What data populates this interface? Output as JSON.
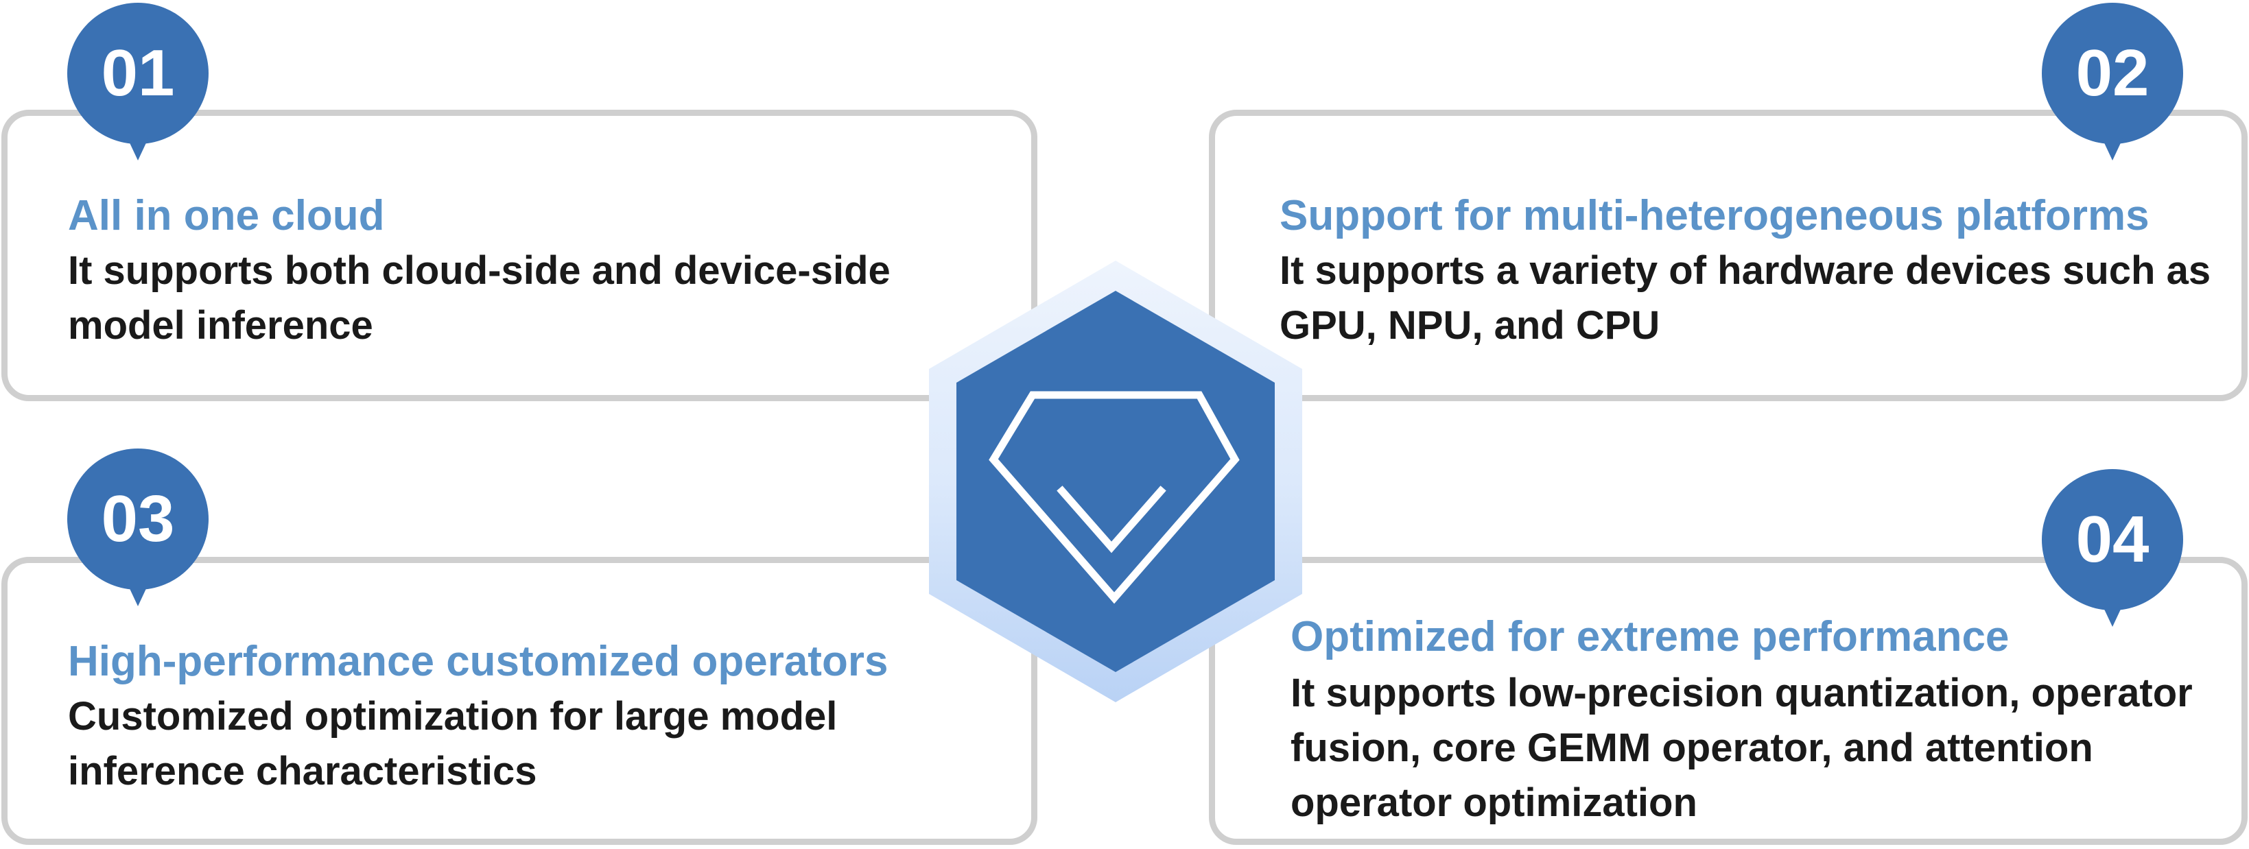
{
  "colors": {
    "accent": "#3a71b3",
    "title_blue": "#5b93c9",
    "card_border": "#cfcfcf",
    "hex_outer": "#dce9fb",
    "hex_inner": "#3a71b3",
    "text": "#1a1a1a"
  },
  "center": {
    "icon": "diamond-check-icon"
  },
  "cards": [
    {
      "number": "01",
      "title": "All in one cloud",
      "description": "It supports both cloud-side and device-side model inference"
    },
    {
      "number": "02",
      "title": "Support for multi-heterogeneous platforms",
      "description": "It supports a variety of hardware devices such as GPU, NPU, and CPU"
    },
    {
      "number": "03",
      "title": "High-performance customized operators",
      "description": "Customized optimization for large model inference characteristics"
    },
    {
      "number": "04",
      "title": "Optimized for extreme performance",
      "description": "It supports low-precision quantization, operator fusion, core GEMM operator, and attention operator optimization"
    }
  ]
}
